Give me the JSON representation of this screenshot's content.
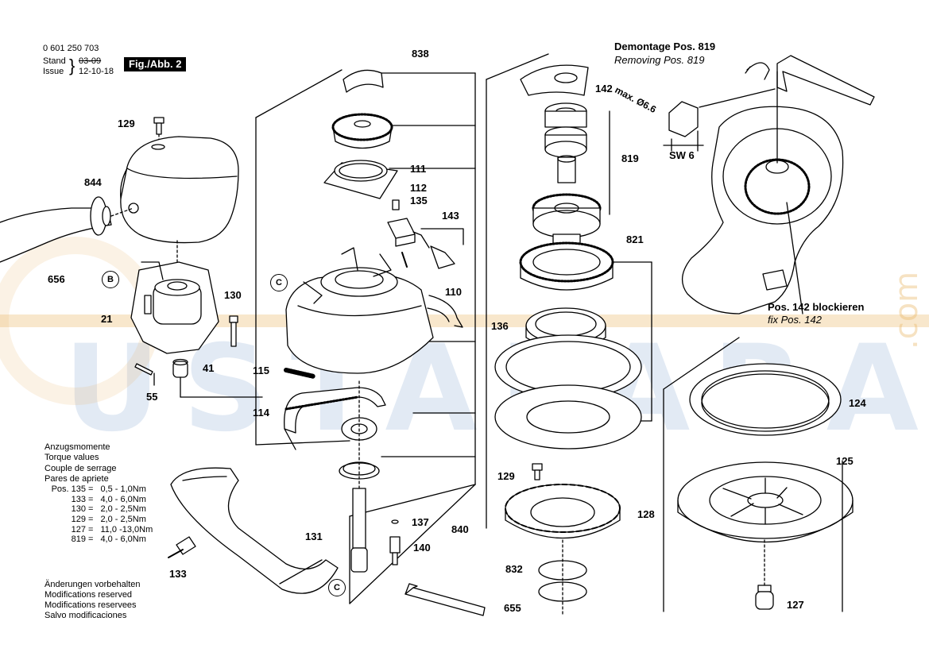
{
  "header": {
    "doc_number": "0 601 250 703",
    "stand_label": "Stand",
    "issue_label": "Issue",
    "old_date": "03-09",
    "new_date": "12-10-18",
    "figure_tag": "Fig./Abb. 2"
  },
  "callouts": {
    "p838": "838",
    "p129a": "129",
    "p844": "844",
    "p656": "656",
    "p21": "21",
    "p130": "130",
    "p41": "41",
    "p55": "55",
    "p111": "111",
    "p112": "112",
    "p135": "135",
    "p143": "143",
    "p110": "110",
    "p115": "115",
    "p114": "114",
    "p131": "131",
    "p133": "133",
    "p137": "137",
    "p140": "140",
    "p840": "840",
    "p655": "655",
    "p142": "142",
    "p819": "819",
    "p821": "821",
    "p136": "136",
    "p129b": "129",
    "p128": "128",
    "p832": "832",
    "p124": "124",
    "p125": "125",
    "p127": "127"
  },
  "markers": {
    "b": "B",
    "c1": "C",
    "c2": "C"
  },
  "removal_note": {
    "title_de": "Demontage Pos. 819",
    "title_en": "Removing Pos. 819",
    "dimension": "max. Ø6.6",
    "wrench": "SW 6",
    "fix_de": "Pos. 142 blockieren",
    "fix_en": "fix Pos. 142"
  },
  "torque": {
    "titles": [
      "Anzugsmomente",
      "Torque values",
      "Couple de serrage",
      "Pares de apriete"
    ],
    "rows": [
      {
        "pos": "Pos. 135",
        "eq": "=",
        "val": "0,5 - 1,0Nm"
      },
      {
        "pos": "133",
        "eq": "=",
        "val": "4,0 - 6,0Nm"
      },
      {
        "pos": "130",
        "eq": "=",
        "val": "2,0 - 2,5Nm"
      },
      {
        "pos": "129",
        "eq": "=",
        "val": "2,0 - 2,5Nm"
      },
      {
        "pos": "127",
        "eq": "=",
        "val": "11,0 -13,0Nm"
      },
      {
        "pos": "819",
        "eq": "=",
        "val": "4,0 - 6,0Nm"
      }
    ]
  },
  "notes": [
    "Änderungen vorbehalten",
    "Modifications reserved",
    "Modifications reservees",
    "Salvo modificaciones"
  ],
  "watermark": {
    "main": "USTALARA",
    "domain": ".com"
  }
}
